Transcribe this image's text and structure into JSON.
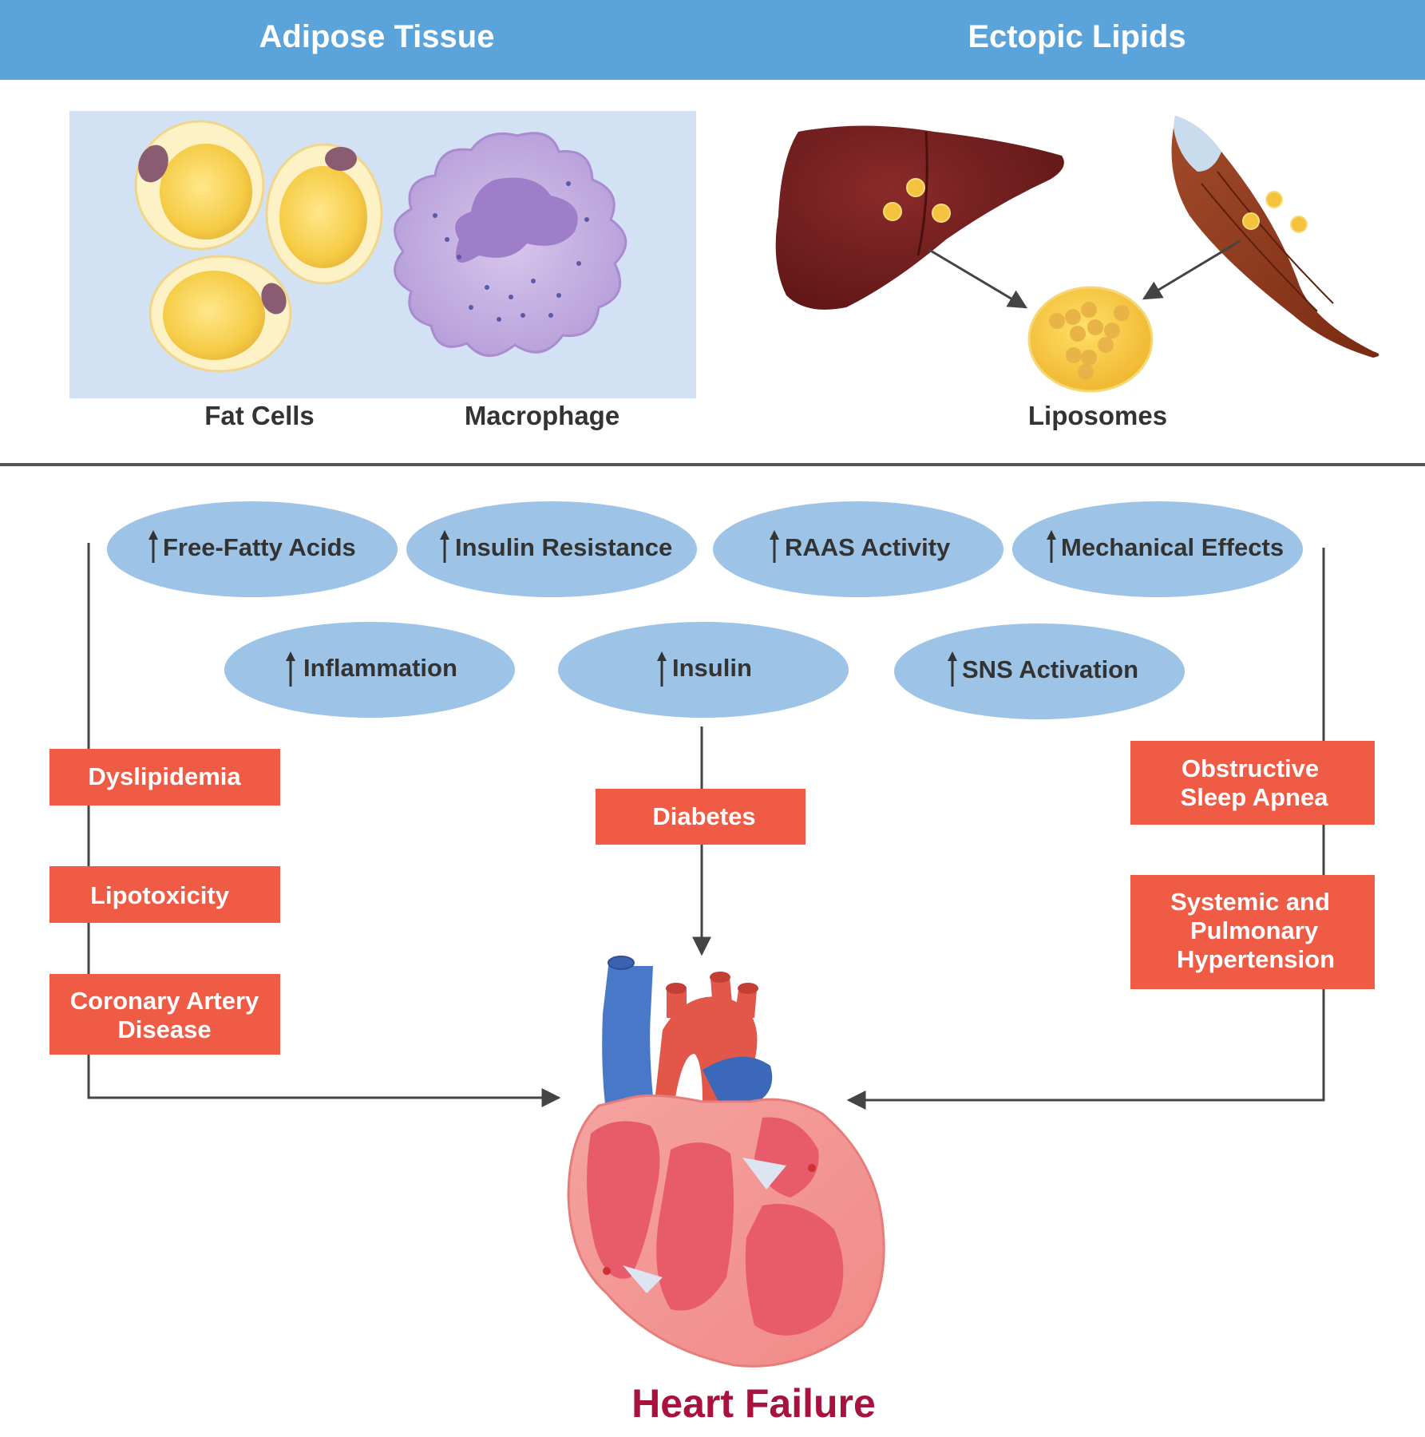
{
  "header": {
    "left_title": "Adipose Tissue",
    "right_title": "Ectopic Lipids",
    "band_color": "#5aa3db"
  },
  "illustrations": {
    "fat_cells_label": "Fat Cells",
    "macrophage_label": "Macrophage",
    "liposomes_label": "Liposomes"
  },
  "mediators": [
    {
      "label": "Free-Fatty Acids"
    },
    {
      "label": "Insulin Resistance"
    },
    {
      "label": "RAAS Activity"
    },
    {
      "label": "Mechanical Effects"
    },
    {
      "label": "Inflammation"
    },
    {
      "label": "Insulin"
    },
    {
      "label": "SNS Activation"
    }
  ],
  "conditions": {
    "left": [
      {
        "lines": [
          "Dyslipidemia"
        ]
      },
      {
        "lines": [
          "Lipotoxicity"
        ]
      },
      {
        "lines": [
          "Coronary Artery",
          "Disease"
        ]
      }
    ],
    "center": [
      {
        "lines": [
          "Diabetes"
        ]
      }
    ],
    "right": [
      {
        "lines": [
          "Obstructive",
          "Sleep Apnea"
        ]
      },
      {
        "lines": [
          "Systemic and",
          "Pulmonary",
          "Hypertension"
        ]
      }
    ]
  },
  "outcome": {
    "label": "Heart Failure"
  },
  "colors": {
    "ellipse_fill": "#9dc3e7",
    "box_fill": "#ef5b45",
    "outcome_text": "#a8123e",
    "line": "#444444"
  }
}
